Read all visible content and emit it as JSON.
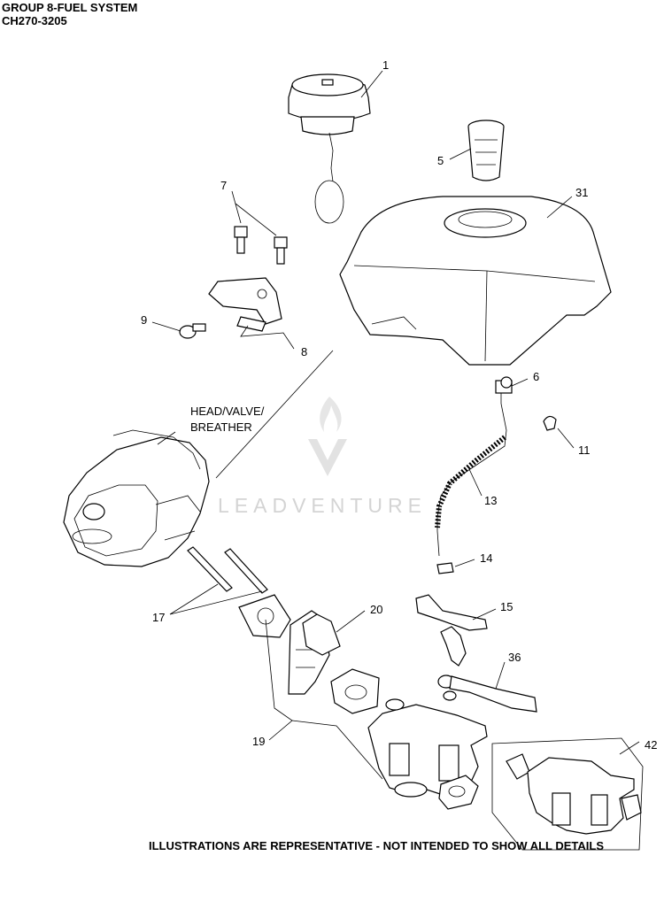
{
  "header": {
    "group_title": "GROUP 8-FUEL SYSTEM",
    "model_code": "CH270-3205"
  },
  "callouts": {
    "c1": "1",
    "c5": "5",
    "c31": "31",
    "c7": "7",
    "c9": "9",
    "c8": "8",
    "c6": "6",
    "c11": "11",
    "c13": "13",
    "c14": "14",
    "c15": "15",
    "c17": "17",
    "c20": "20",
    "c36": "36",
    "c19": "19",
    "c42": "42"
  },
  "labels": {
    "head_line1": "HEAD/VALVE/",
    "head_line2": "BREATHER"
  },
  "watermark": {
    "text": "LEADVENTURE"
  },
  "footer": {
    "note": "ILLUSTRATIONS ARE REPRESENTATIVE - NOT INTENDED TO SHOW ALL DETAILS"
  }
}
